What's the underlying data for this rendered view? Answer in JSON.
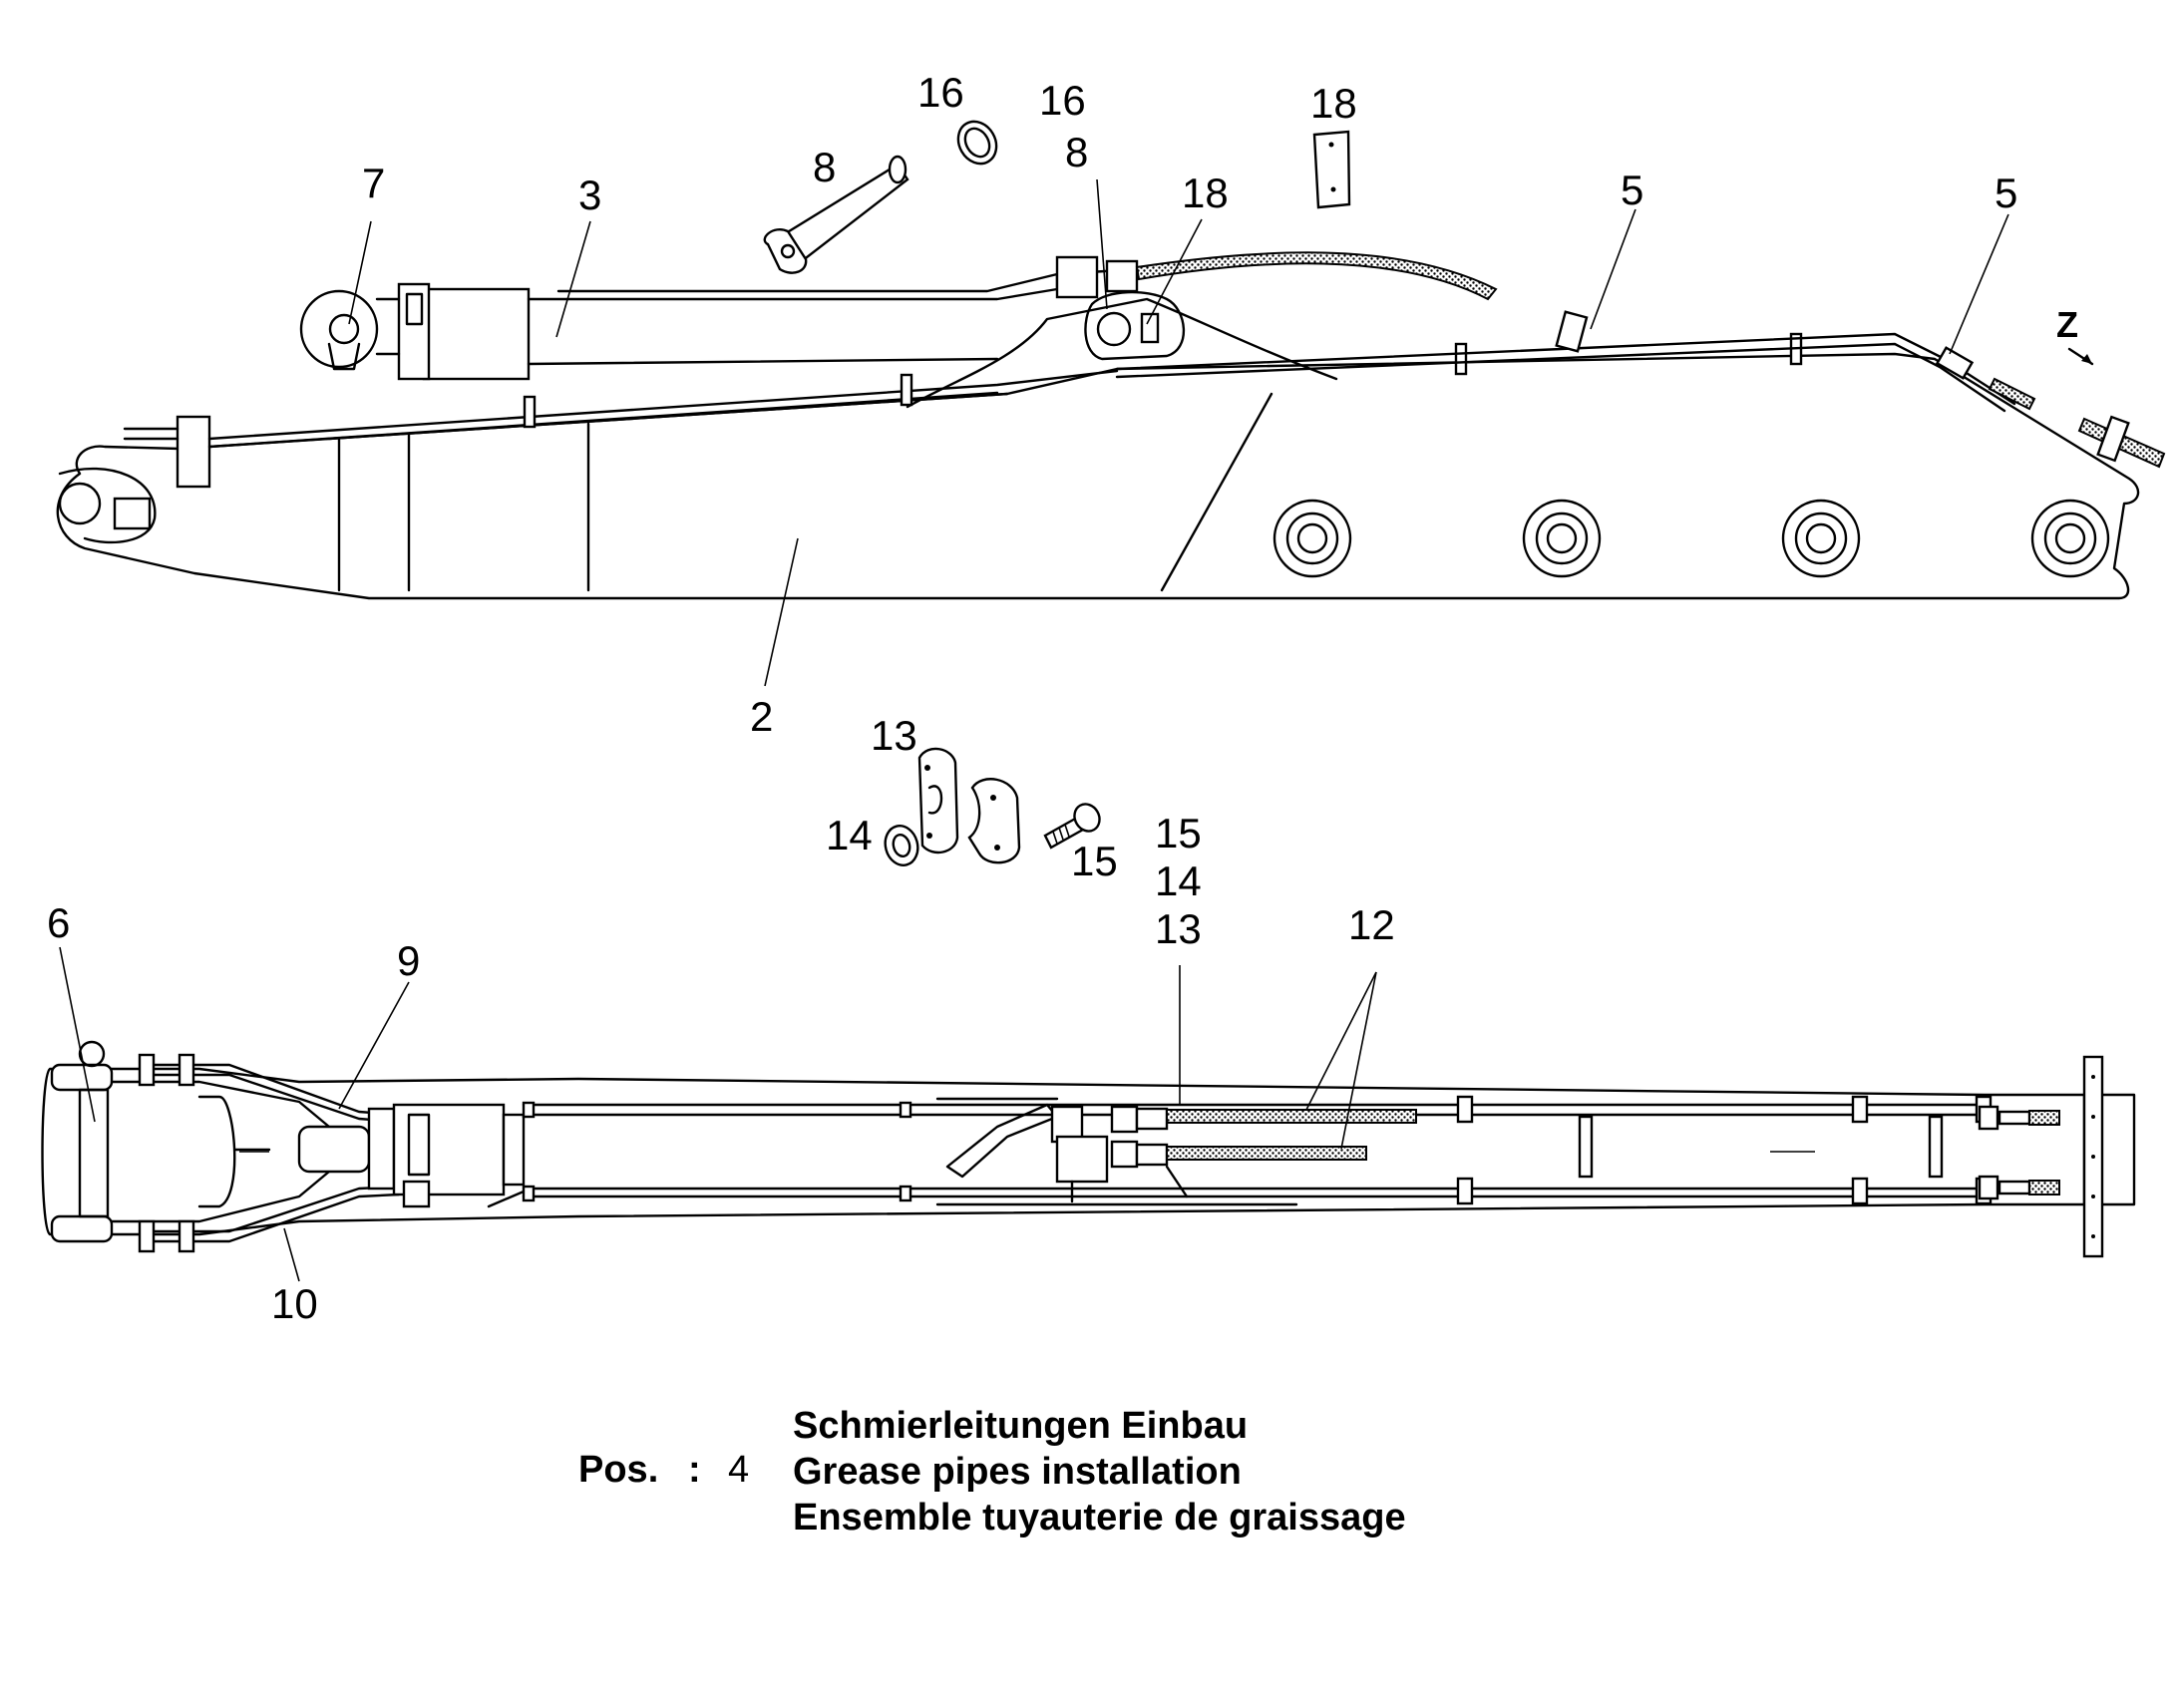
{
  "callouts_top": [
    {
      "id": "c16a",
      "text": "16"
    },
    {
      "id": "c16b",
      "text": "16"
    },
    {
      "id": "c18a",
      "text": "18"
    },
    {
      "id": "c7",
      "text": "7"
    },
    {
      "id": "c3",
      "text": "3"
    },
    {
      "id": "c8a",
      "text": "8"
    },
    {
      "id": "c8b",
      "text": "8"
    },
    {
      "id": "c18b",
      "text": "18"
    },
    {
      "id": "c5a",
      "text": "5"
    },
    {
      "id": "c5b",
      "text": "5"
    },
    {
      "id": "cZ",
      "text": "Z"
    },
    {
      "id": "c2",
      "text": "2"
    }
  ],
  "callouts_detail": [
    {
      "id": "c13a",
      "text": "13"
    },
    {
      "id": "c14a",
      "text": "14"
    },
    {
      "id": "c15a",
      "text": "15"
    },
    {
      "id": "c15b",
      "text": "15"
    },
    {
      "id": "c14b",
      "text": "14"
    },
    {
      "id": "c13b",
      "text": "13"
    }
  ],
  "callouts_bottom": [
    {
      "id": "c6",
      "text": "6"
    },
    {
      "id": "c9",
      "text": "9"
    },
    {
      "id": "c12",
      "text": "12"
    },
    {
      "id": "c10",
      "text": "10"
    }
  ],
  "caption": {
    "pos_label": "Pos.",
    "separator": ":",
    "pos_number": "4",
    "line_de": "Schmierleitungen Einbau",
    "line_en": "Grease pipes installation",
    "line_fr": "Ensemble tuyauterie de graissage"
  }
}
